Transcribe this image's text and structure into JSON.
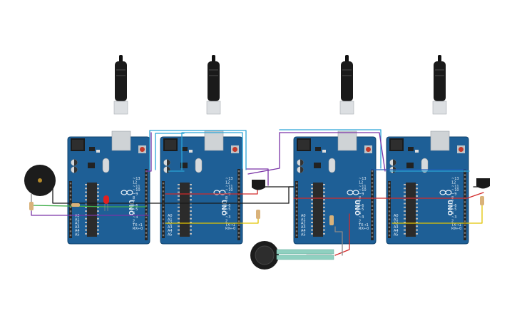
{
  "scene": {
    "board_count": 4,
    "boards": [
      {
        "id": "board-1",
        "logo": "UNO",
        "usb_icon": "usb-cable-icon"
      },
      {
        "id": "board-2",
        "logo": "UNO",
        "usb_icon": "usb-cable-icon"
      },
      {
        "id": "board-3",
        "logo": "UNO",
        "usb_icon": "usb-cable-icon"
      },
      {
        "id": "board-4",
        "logo": "UNO",
        "usb_icon": "usb-cable-icon"
      }
    ],
    "components": [
      {
        "name": "piezo-buzzer",
        "icon": "buzzer-icon"
      },
      {
        "name": "red-led",
        "icon": "led-icon"
      },
      {
        "name": "temperature-sensor-1",
        "icon": "sensor-icon"
      },
      {
        "name": "temperature-sensor-2",
        "icon": "sensor-icon"
      },
      {
        "name": "force-sensor",
        "icon": "force-sensor-icon"
      }
    ],
    "wire_colors": {
      "black": "#1a1a1a",
      "red": "#d22a2a",
      "yellow": "#e2c400",
      "purple": "#7a33a6",
      "cyan": "#2aa3d6",
      "blue": "#1f5fb8",
      "green": "#3fae49",
      "gray": "#8a8a8a"
    },
    "colors": {
      "board": "#1e5f96",
      "header": "#262626",
      "usb_metal": "#cfd3d6",
      "led_red": "#e02020",
      "reset_button": "#c0392b"
    }
  }
}
